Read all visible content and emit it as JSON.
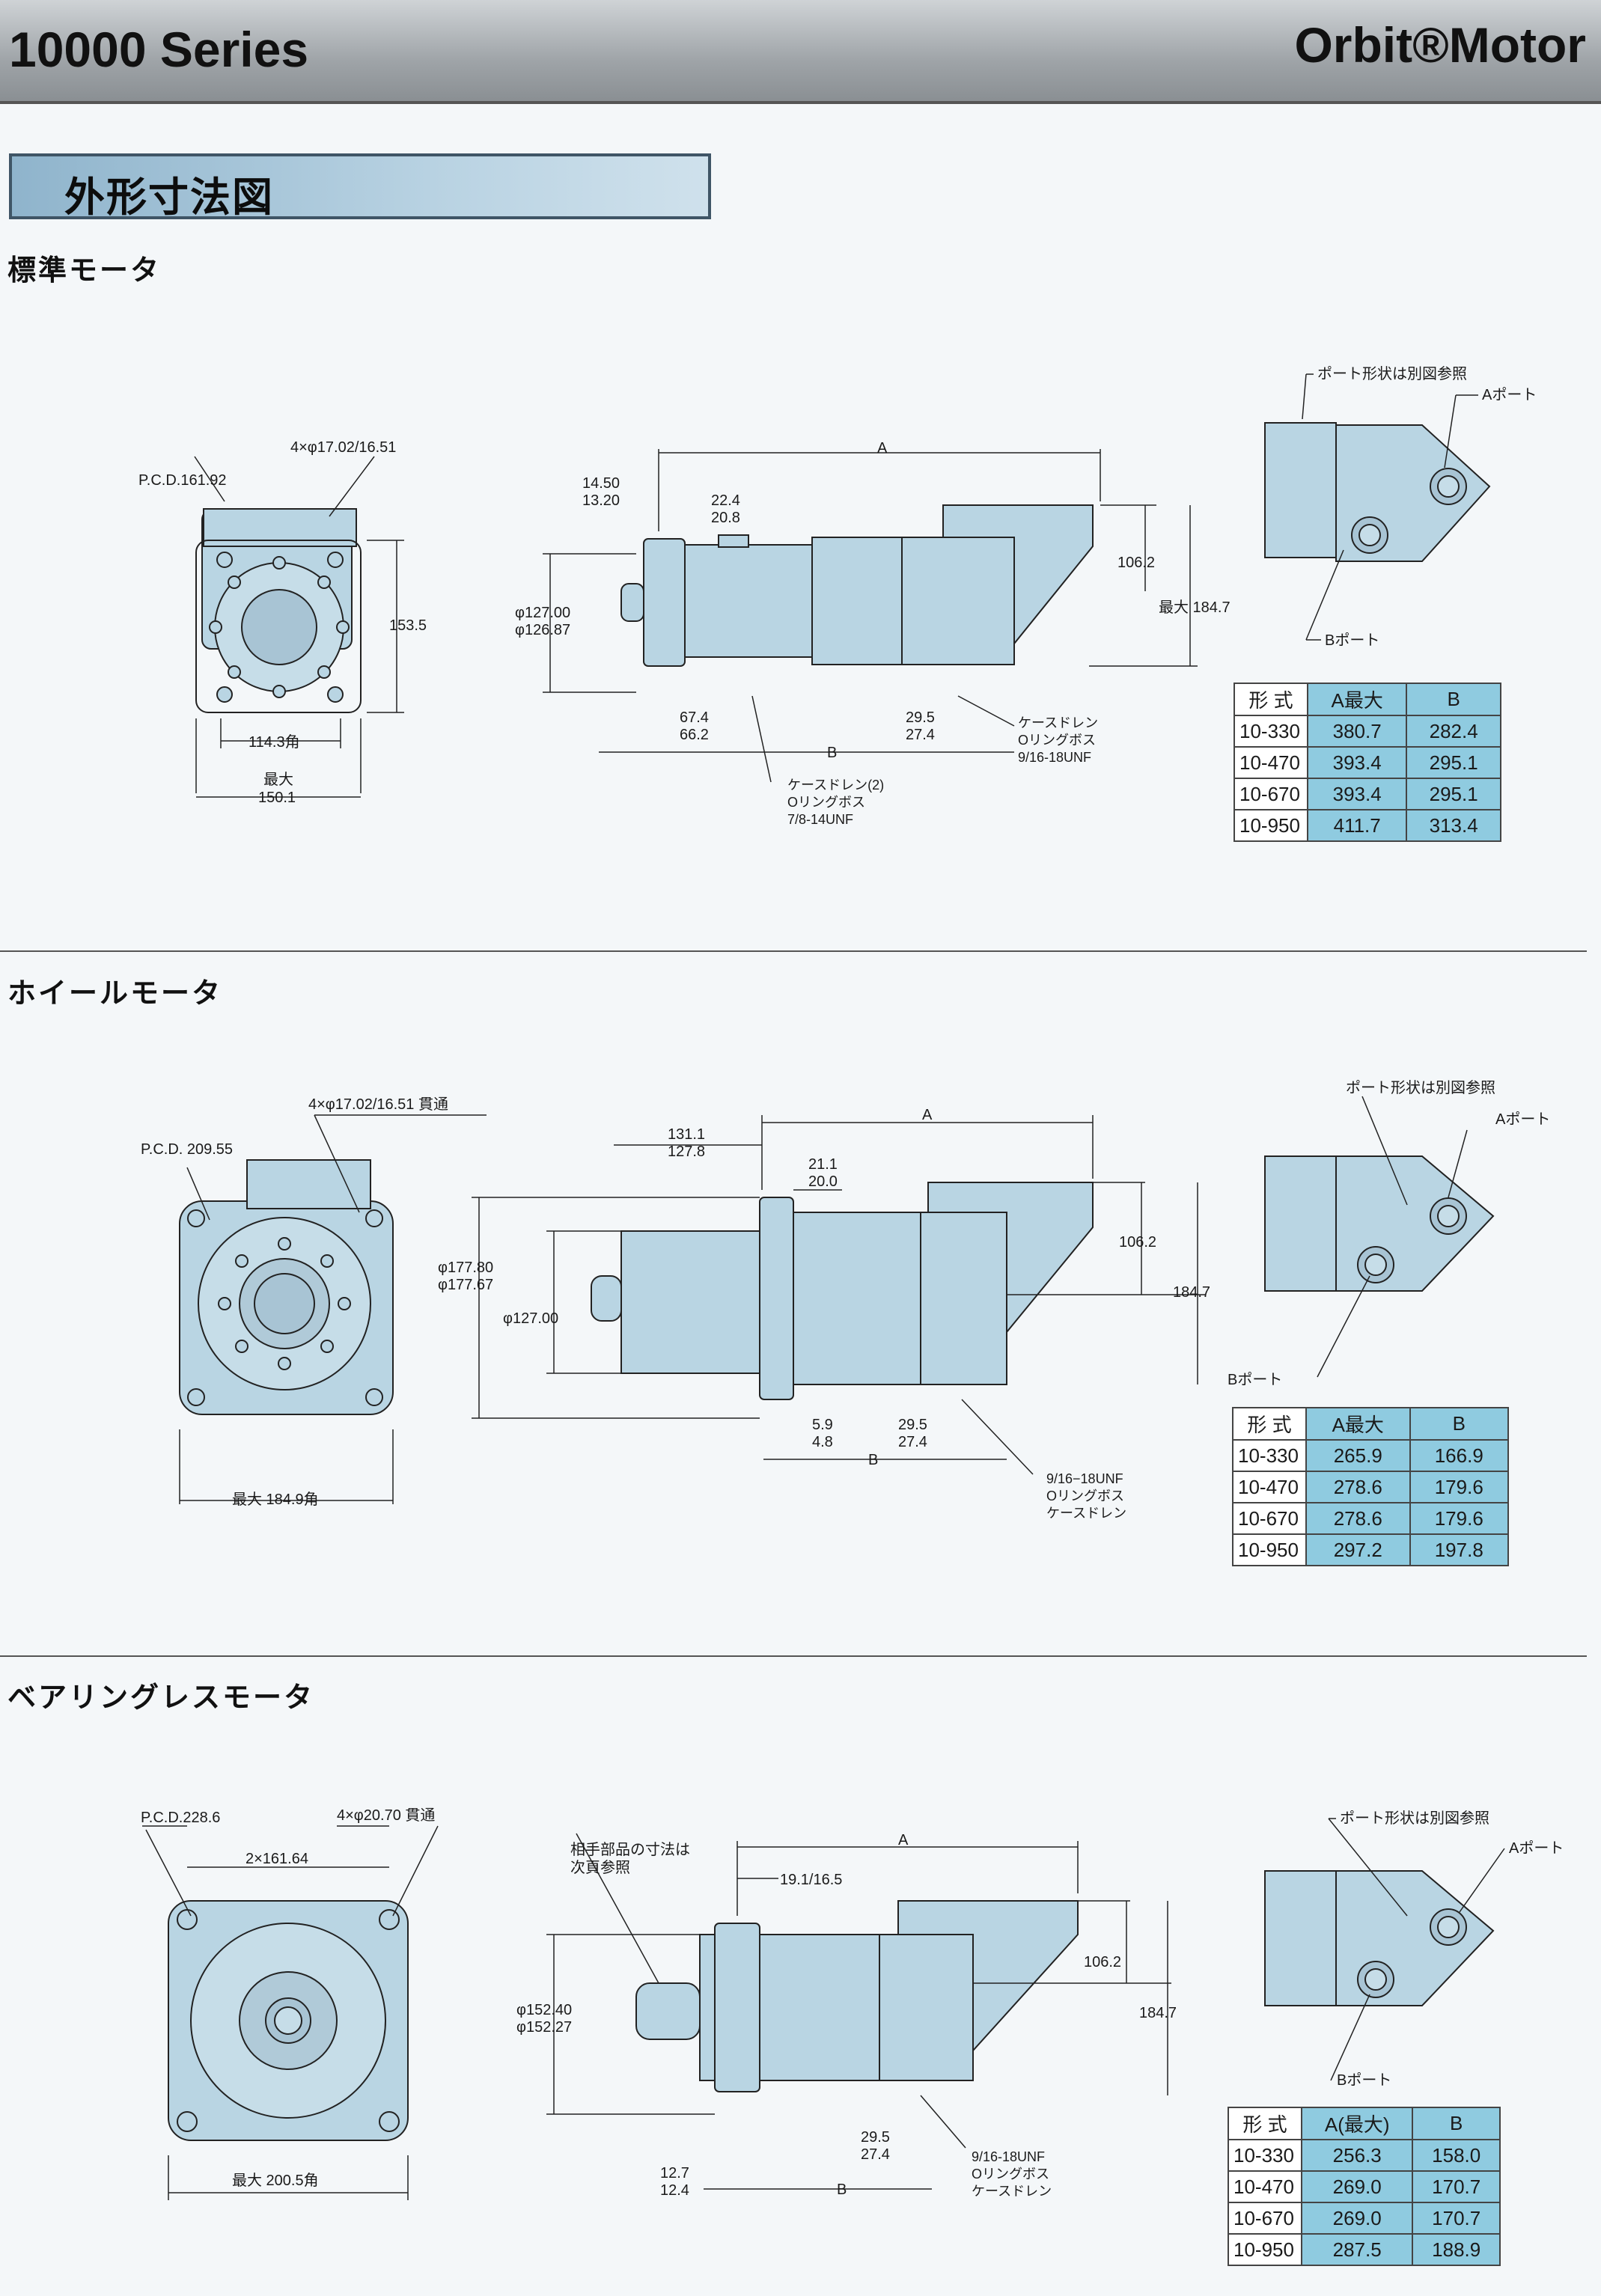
{
  "header": {
    "series": "10000 Series",
    "brand": "Orbit®Motor"
  },
  "banner": {
    "title": "外形寸法図"
  },
  "sections": [
    {
      "title": "標準モータ",
      "front": {
        "pcd": "P.C.D.161.92",
        "holes": "4×φ17.02/16.51",
        "height": "153.5",
        "square": "114.3角",
        "max_label": "最大",
        "max_value": "150.1"
      },
      "side": {
        "dim_a": "A",
        "dim_b": "B",
        "d1": [
          "14.50",
          "13.20"
        ],
        "d2": [
          "22.4",
          "20.8"
        ],
        "dia": [
          "φ127.00",
          "φ126.87"
        ],
        "d3": [
          "67.4",
          "66.2"
        ],
        "d4": [
          "29.5",
          "27.4"
        ],
        "h1": "106.2",
        "h2": "最大 184.7",
        "note1": [
          "ケースドレン(2)",
          "Oリングボス",
          "7/8-14UNF"
        ],
        "note2": [
          "ケースドレン",
          "Oリングボス",
          "9/16-18UNF"
        ]
      },
      "port": {
        "ref": "ポート形状は別図参照",
        "a": "Aポート",
        "b": "Bポート"
      },
      "table": {
        "headers": [
          "形 式",
          "A最大",
          "B"
        ],
        "rows": [
          [
            "10-330",
            "380.7",
            "282.4"
          ],
          [
            "10-470",
            "393.4",
            "295.1"
          ],
          [
            "10-670",
            "393.4",
            "295.1"
          ],
          [
            "10-950",
            "411.7",
            "313.4"
          ]
        ]
      }
    },
    {
      "title": "ホイールモータ",
      "front": {
        "pcd": "P.C.D. 209.55",
        "holes": "4×φ17.02/16.51 貫通",
        "max": "最大 184.9角"
      },
      "side": {
        "dim_a": "A",
        "dim_b": "B",
        "d1": [
          "131.1",
          "127.8"
        ],
        "d2": [
          "21.1",
          "20.0"
        ],
        "dia1": [
          "φ177.80",
          "φ177.67"
        ],
        "dia2": "φ127.00",
        "d3": [
          "5.9",
          "4.8"
        ],
        "d4": [
          "29.5",
          "27.4"
        ],
        "h1": "106.2",
        "h2": "184.7",
        "note": [
          "9/16−18UNF",
          "Oリングボス",
          "ケースドレン"
        ]
      },
      "port": {
        "ref": "ポート形状は別図参照",
        "a": "Aポート",
        "b": "Bポート"
      },
      "table": {
        "headers": [
          "形 式",
          "A最大",
          "B"
        ],
        "rows": [
          [
            "10-330",
            "265.9",
            "166.9"
          ],
          [
            "10-470",
            "278.6",
            "179.6"
          ],
          [
            "10-670",
            "278.6",
            "179.6"
          ],
          [
            "10-950",
            "297.2",
            "197.8"
          ]
        ]
      }
    },
    {
      "title": "ベアリングレスモータ",
      "front": {
        "pcd": "P.C.D.228.6",
        "holes": "4×φ20.70 貫通",
        "span": "2×161.64",
        "max": "最大 200.5角"
      },
      "side": {
        "dim_a": "A",
        "dim_b": "B",
        "mate": [
          "相手部品の寸法は",
          "次頁参照"
        ],
        "d1": "19.1/16.5",
        "dia": [
          "φ152.40",
          "φ152.27"
        ],
        "d3": [
          "12.7",
          "12.4"
        ],
        "d4": [
          "29.5",
          "27.4"
        ],
        "h1": "106.2",
        "h2": "184.7",
        "note": [
          "9/16-18UNF",
          "Oリングボス",
          "ケースドレン"
        ]
      },
      "port": {
        "ref": "ポート形状は別図参照",
        "a": "Aポート",
        "b": "Bポート"
      },
      "table": {
        "headers": [
          "形 式",
          "A(最大)",
          "B"
        ],
        "rows": [
          [
            "10-330",
            "256.3",
            "158.0"
          ],
          [
            "10-470",
            "269.0",
            "170.7"
          ],
          [
            "10-670",
            "269.0",
            "170.7"
          ],
          [
            "10-950",
            "287.5",
            "188.9"
          ]
        ]
      }
    }
  ],
  "colors": {
    "body": "#b9d5e3",
    "table_header": "#8fcbe0",
    "outline": "#222222"
  }
}
